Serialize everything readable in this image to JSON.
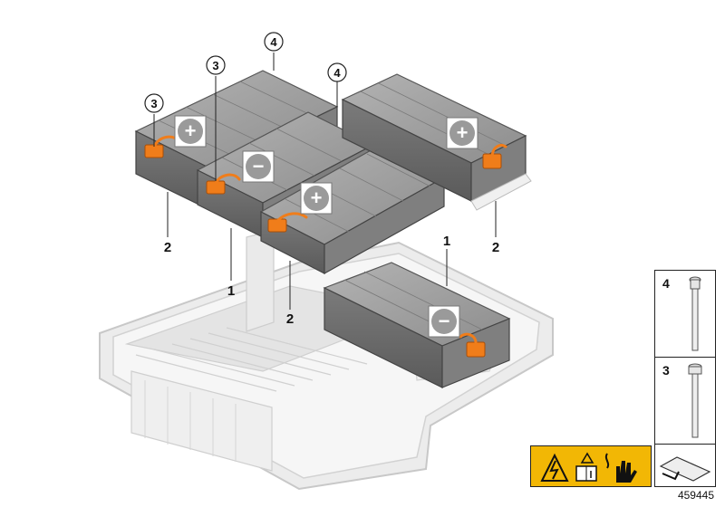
{
  "callouts": {
    "c1a": "1",
    "c1b": "1",
    "c2a": "2",
    "c2b": "2",
    "c2c": "2",
    "c3a": "3",
    "c3b": "3",
    "c4a": "4",
    "c4b": "4"
  },
  "polarity": {
    "plus": "+",
    "minus": "−"
  },
  "parts_panel": {
    "row1_num": "4",
    "row2_num": "3"
  },
  "diagram_id": "459445",
  "colors": {
    "module_top": "#9a9a9a",
    "module_side": "#6f6f6f",
    "terminal": "#f07d1a",
    "tray": "#e9e9e9",
    "warning": "#f2b705"
  }
}
